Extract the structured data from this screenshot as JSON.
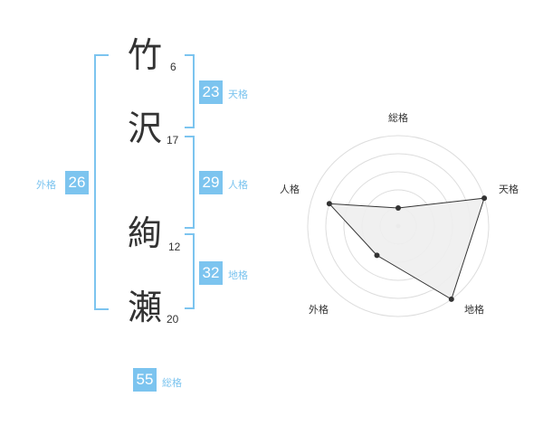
{
  "characters": [
    {
      "char": "竹",
      "strokes": "6"
    },
    {
      "char": "沢",
      "strokes": "17"
    },
    {
      "char": "絢",
      "strokes": "12"
    },
    {
      "char": "瀬",
      "strokes": "20"
    }
  ],
  "fortunes": {
    "tenkaku": {
      "value": "23",
      "label": "天格"
    },
    "jinkaku": {
      "value": "29",
      "label": "人格"
    },
    "chikaku": {
      "value": "32",
      "label": "地格"
    },
    "gaikaku": {
      "value": "26",
      "label": "外格"
    },
    "soukaku": {
      "value": "55",
      "label": "総格"
    }
  },
  "colors": {
    "accent": "#7cc4ef",
    "text": "#333333",
    "radar_fill": "#eeeeee",
    "grid": "#dddddd"
  },
  "radar": {
    "axes": [
      "総格",
      "天格",
      "地格",
      "外格",
      "人格"
    ],
    "max": 5,
    "values": [
      1,
      5,
      5,
      2,
      4
    ]
  }
}
